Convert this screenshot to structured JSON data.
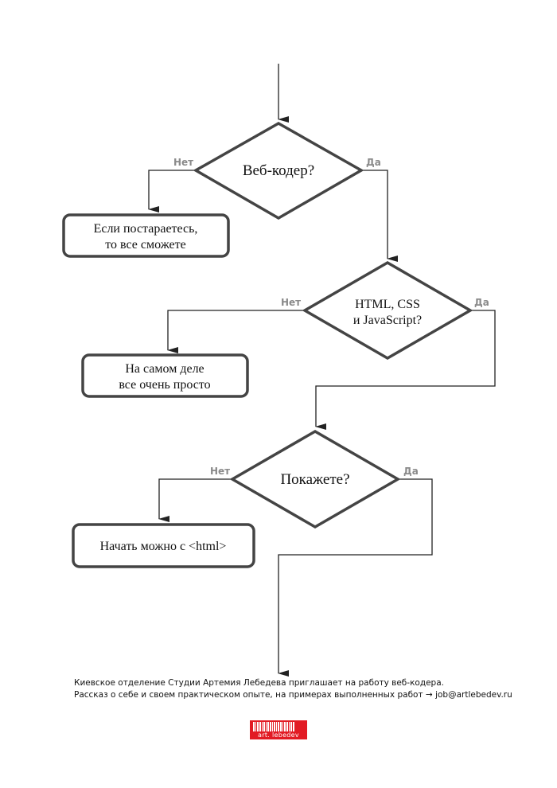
{
  "decisions": [
    {
      "lines": [
        "Веб-кодер?"
      ],
      "no_label": "Нет",
      "yes_label": "Да"
    },
    {
      "lines": [
        "HTML, CSS",
        "и JavaScript?"
      ],
      "no_label": "Нет",
      "yes_label": "Да"
    },
    {
      "lines": [
        "Покажете?"
      ],
      "no_label": "Нет",
      "yes_label": "Да"
    }
  ],
  "outcomes": [
    {
      "lines": [
        "Если постараетесь,",
        "то все сможете"
      ]
    },
    {
      "lines": [
        "На самом деле",
        "все очень просто"
      ]
    },
    {
      "lines": [
        "Начать можно с <html>"
      ]
    }
  ],
  "footer": {
    "line1": "Киевское отделение Студии Артемия Лебедева приглашает на работу веб-кодера.",
    "line2": "Рассказ о себе и своем практическом опыте, на примерах выполненных работ → job@artlebedev.ru"
  },
  "logo": {
    "text": "art. lebedev"
  }
}
